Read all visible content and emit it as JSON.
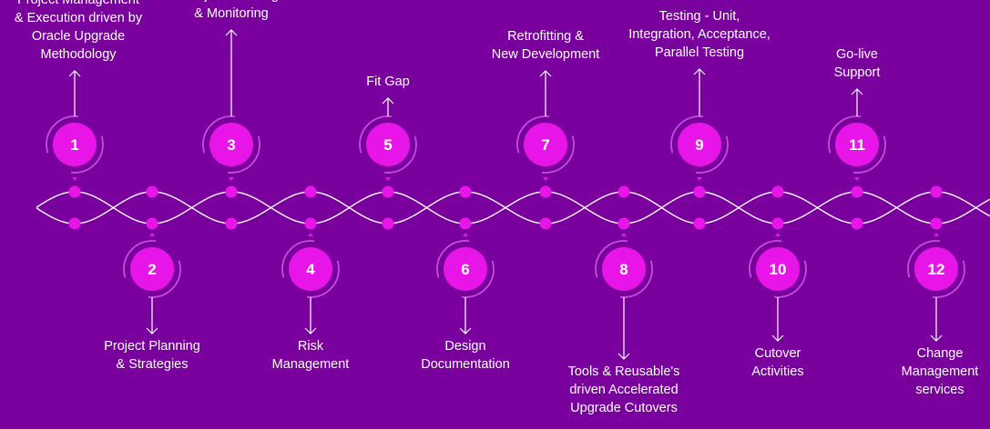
{
  "colors": {
    "background": "#7a009e",
    "accent": "#e815e8",
    "ring": "#c24fdc",
    "line": "#ffffff"
  },
  "steps": [
    {
      "num": "1",
      "lines": [
        "Project Management",
        "& Execution driven by",
        "Oracle Upgrade",
        "Methodology"
      ]
    },
    {
      "num": "2",
      "lines": [
        "Project Planning",
        "& Strategies"
      ]
    },
    {
      "num": "3",
      "lines": [
        "Project Tracking",
        "& Monitoring"
      ]
    },
    {
      "num": "4",
      "lines": [
        "Risk",
        "Management"
      ]
    },
    {
      "num": "5",
      "lines": [
        "Fit Gap"
      ]
    },
    {
      "num": "6",
      "lines": [
        "Design",
        "Documentation"
      ]
    },
    {
      "num": "7",
      "lines": [
        "Retrofitting &",
        "New Development"
      ]
    },
    {
      "num": "8",
      "lines": [
        "Tools & Reusable's",
        "driven Accelerated",
        "Upgrade Cutovers"
      ]
    },
    {
      "num": "9",
      "lines": [
        "Testing - Unit,",
        "Integration, Acceptance,",
        "Parallel Testing"
      ]
    },
    {
      "num": "10",
      "lines": [
        "Cutover",
        "Activities"
      ]
    },
    {
      "num": "11",
      "lines": [
        "Go-live",
        "Support"
      ]
    },
    {
      "num": "12",
      "lines": [
        "Change",
        "Management",
        "services"
      ]
    }
  ]
}
